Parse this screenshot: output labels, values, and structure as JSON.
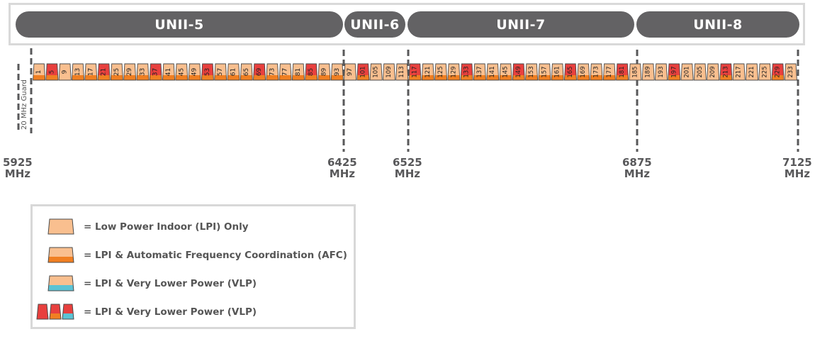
{
  "bands": [
    {
      "label": "UNII-5"
    },
    {
      "label": "UNII-6"
    },
    {
      "label": "UNII-7"
    },
    {
      "label": "UNII-8"
    }
  ],
  "guard_label": "20 MHz Guard",
  "frequencies": [
    {
      "value": "5925",
      "unit": "MHz"
    },
    {
      "value": "6425",
      "unit": "MHz"
    },
    {
      "value": "6525",
      "unit": "MHz"
    },
    {
      "value": "6875",
      "unit": "MHz"
    },
    {
      "value": "7125",
      "unit": "MHz"
    }
  ],
  "colors": {
    "lpi": "#f9bf8f",
    "afc_accent": "#f07f22",
    "red": "#e8403e",
    "vlp_accent": "#5bc3d4",
    "band_bg": "#636264",
    "outline": "#4a4a4a"
  },
  "channels": [
    {
      "n": "1",
      "t": "afc"
    },
    {
      "n": "5",
      "t": "red"
    },
    {
      "n": "9",
      "t": "lpi"
    },
    {
      "n": "13",
      "t": "afc"
    },
    {
      "n": "17",
      "t": "afc"
    },
    {
      "n": "21",
      "t": "red"
    },
    {
      "n": "25",
      "t": "afc"
    },
    {
      "n": "29",
      "t": "afc"
    },
    {
      "n": "33",
      "t": "afc"
    },
    {
      "n": "37",
      "t": "red"
    },
    {
      "n": "41",
      "t": "afc"
    },
    {
      "n": "45",
      "t": "afc"
    },
    {
      "n": "49",
      "t": "afc"
    },
    {
      "n": "53",
      "t": "red"
    },
    {
      "n": "57",
      "t": "afc"
    },
    {
      "n": "61",
      "t": "afc"
    },
    {
      "n": "65",
      "t": "afc"
    },
    {
      "n": "69",
      "t": "red"
    },
    {
      "n": "73",
      "t": "afc"
    },
    {
      "n": "77",
      "t": "afc"
    },
    {
      "n": "81",
      "t": "afc"
    },
    {
      "n": "85",
      "t": "red"
    },
    {
      "n": "89",
      "t": "afc"
    },
    {
      "n": "93",
      "t": "afc"
    },
    {
      "n": "97",
      "t": "lpi"
    },
    {
      "n": "101",
      "t": "red"
    },
    {
      "n": "105",
      "t": "lpi"
    },
    {
      "n": "109",
      "t": "lpi"
    },
    {
      "n": "113",
      "t": "lpi"
    },
    {
      "n": "117",
      "t": "red"
    },
    {
      "n": "121",
      "t": "afc"
    },
    {
      "n": "125",
      "t": "afc"
    },
    {
      "n": "129",
      "t": "afc"
    },
    {
      "n": "133",
      "t": "red"
    },
    {
      "n": "137",
      "t": "afc"
    },
    {
      "n": "141",
      "t": "afc"
    },
    {
      "n": "145",
      "t": "afc"
    },
    {
      "n": "149",
      "t": "red"
    },
    {
      "n": "153",
      "t": "afc"
    },
    {
      "n": "157",
      "t": "afc"
    },
    {
      "n": "161",
      "t": "afc"
    },
    {
      "n": "165",
      "t": "red"
    },
    {
      "n": "169",
      "t": "afc"
    },
    {
      "n": "173",
      "t": "afc"
    },
    {
      "n": "177",
      "t": "afc"
    },
    {
      "n": "181",
      "t": "red"
    },
    {
      "n": "185",
      "t": "lpi"
    },
    {
      "n": "189",
      "t": "lpi"
    },
    {
      "n": "193",
      "t": "lpi"
    },
    {
      "n": "197",
      "t": "red"
    },
    {
      "n": "201",
      "t": "lpi"
    },
    {
      "n": "205",
      "t": "lpi"
    },
    {
      "n": "209",
      "t": "lpi"
    },
    {
      "n": "213",
      "t": "red"
    },
    {
      "n": "217",
      "t": "lpi"
    },
    {
      "n": "221",
      "t": "lpi"
    },
    {
      "n": "225",
      "t": "lpi"
    },
    {
      "n": "229",
      "t": "red"
    },
    {
      "n": "233",
      "t": "lpi"
    }
  ],
  "legend": [
    {
      "text": "= Low Power Indoor (LPI) Only",
      "icon": "lpi-swatch"
    },
    {
      "text": "= LPI & Automatic Frequency Coordination (AFC)",
      "icon": "afc-swatch"
    },
    {
      "text": "= LPI & Very Lower Power (VLP)",
      "icon": "vlp-swatch"
    },
    {
      "text": "= LPI & Very Lower Power (VLP)",
      "icon": "multi-swatch"
    }
  ]
}
